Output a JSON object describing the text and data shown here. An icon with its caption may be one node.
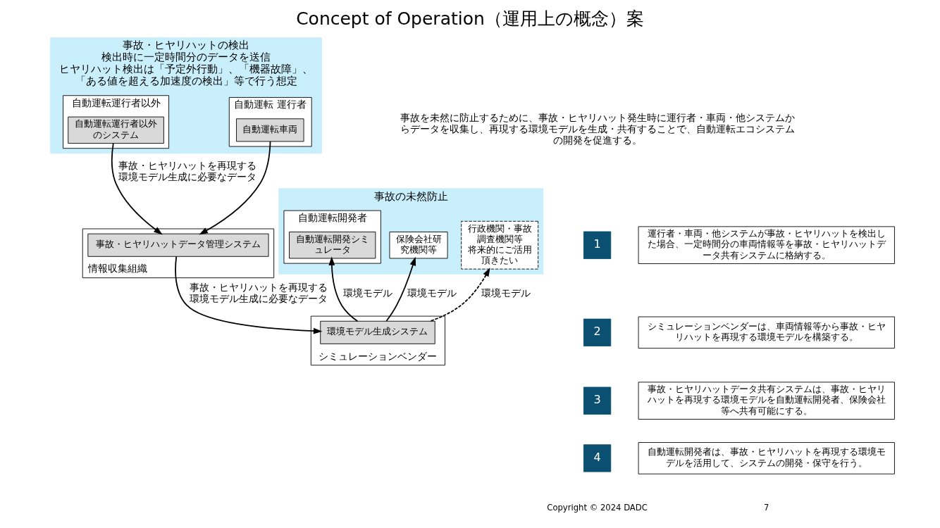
{
  "diagram": {
    "title": "Concept of Operation（運用上の概念）案",
    "nodes": [
      {
        "text": [
          "事故・ヒヤリハットの検出",
          "検出時に一定時間分のデータを送信",
          "ヒヤリハット検出は「予定外行動」、「機器故障」、「ある値を超える加速度の検出」等で行う想定"
        ]
      },
      {
        "text": [
          "自動運転運行者以外"
        ],
        "in": 0
      },
      {
        "text": [
          "自動運転運行者以外のシステム"
        ],
        "in": 1
      },
      {
        "text": [
          "自動運転 運行者"
        ],
        "in": 0
      },
      {
        "text": [
          "自動運転車両"
        ],
        "in": 3
      },
      {
        "text": [
          "事故の未然防止"
        ]
      },
      {
        "text": [
          "自動運転開発者"
        ],
        "in": 5
      },
      {
        "text": [
          "自動運転開発シミュレータ"
        ],
        "in": 6
      },
      {
        "text": [
          "保険会社研究機関等"
        ],
        "in": 5
      },
      {
        "text": [
          "行政機関・事故調査機関等",
          "将来的にご活用頂きたい"
        ],
        "in": 5
      },
      {
        "text": [
          "情報収集組織"
        ]
      },
      {
        "text": [
          "事故・ヒヤリハットデータ管理システム"
        ],
        "in": 10
      },
      {
        "text": [
          "シミュレーションベンダー"
        ]
      },
      {
        "text": [
          "環境モデル生成システム"
        ],
        "in": 12
      },
      {
        "text": [
          "1"
        ]
      },
      {
        "text": [
          "運行者・車両・他システムが事故・ヒヤリハットを検出した場合、一定時間分の車両情報等を事故・ヒヤリハットデータ共有システムに格納する。"
        ]
      },
      {
        "text": [
          "2"
        ]
      },
      {
        "text": [
          "シミュレーションベンダーは、車両情報等から事故・ヒヤリハットを再現する環境モデルを構築する。"
        ]
      },
      {
        "text": [
          "3"
        ]
      },
      {
        "text": [
          "事故・ヒヤリハットデータ共有システムは、事故・ヒヤリハットを再現する環境モデルを自動運転開発者、保険会社等へ共有可能にする。"
        ]
      },
      {
        "text": [
          "4"
        ]
      },
      {
        "text": [
          "自動運転開発者は、事故・ヒヤリハットを再現する環境モデルを活用して、システムの開発・保守を行う。"
        ]
      }
    ],
    "edges": [
      {
        "from": 2,
        "to": 11,
        "arrow": "to",
        "label": "事故・ヒヤリハットを再現する環境モデル生成に必要なデータ"
      },
      {
        "from": 4,
        "to": 11,
        "arrow": "to"
      },
      {
        "from": 11,
        "to": 13,
        "arrow": "to",
        "label": "事故・ヒヤリハットを再現する環境モデル生成に必要なデータ"
      },
      {
        "from": 13,
        "to": 7,
        "arrow": "to",
        "label": "環境モデル"
      },
      {
        "from": 13,
        "to": 8,
        "arrow": "to",
        "label": "環境モデル"
      },
      {
        "from": 13,
        "to": 9,
        "arrow": "to",
        "label": "環境モデル",
        "style": "dashed"
      }
    ],
    "labels": [
      "事故を未然に防止するために、事故・ヒヤリハット発生時に運行者・車両・他システムからデータを収集し、再現する環境モデルを生成・共有することで、自動運転エコシステムの開発を促進する。",
      "Copyright © 2024 DADC",
      "7"
    ]
  }
}
